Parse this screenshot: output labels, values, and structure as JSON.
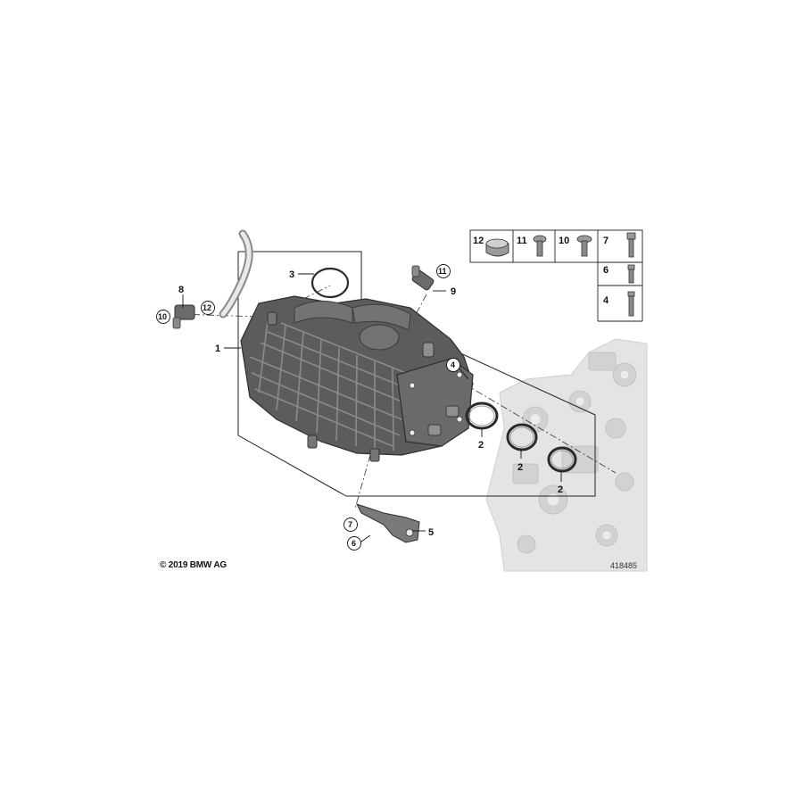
{
  "copyright": "© 2019 BMW AG",
  "diagram_id": "418485",
  "callouts": {
    "c1": "1",
    "c2a": "2",
    "c2b": "2",
    "c2c": "2",
    "c3": "3",
    "c4": "4",
    "c5": "5",
    "c6": "6",
    "c7": "7",
    "c8": "8",
    "c9": "9",
    "c10": "10",
    "c11": "11",
    "c12": "12"
  },
  "legend": {
    "item12": "12",
    "item11": "11",
    "item10": "10",
    "item7": "7",
    "item6": "6",
    "item4": "4"
  }
}
